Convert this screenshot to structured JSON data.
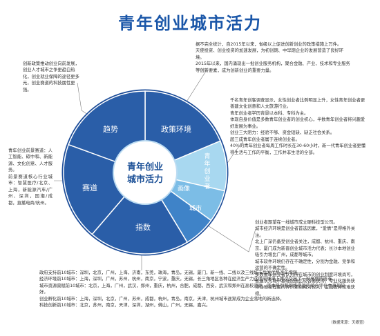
{
  "title": "青年创业城市活力",
  "diagram": {
    "center_line1": "青年创业",
    "center_line2": "城市活力",
    "segments": {
      "policy": "政策环境",
      "youth": "青年创业者",
      "image": "画像",
      "city": "城市",
      "index": "指数",
      "track": "赛道",
      "trend": "趋势"
    },
    "colors": {
      "dark": "#2a5ea8",
      "mid": "#3f83c8",
      "light": "#7cbde6",
      "lighter": "#a8d8f0",
      "ring": "#1f4f9a"
    }
  },
  "blocks": {
    "policy": [
      "据不完全统计，自2015年以来，省级以上促进创新创业的政策措施上万件。",
      "天使投资、创业投资的加速发展，为初创期、中早期企业的发展营造了良好环境。",
      "2015年以来，国内涌现出一批创业服务机构，聚合金融、产业、技术和专业服务等创新要素，成为创新创业的重要力量。"
    ],
    "youth": [
      "千名青年创客调查显示，女性创业者比例明显上升，女性青年创业者更善建文化创意和人文旅游行业。",
      "青年创业者学历背景以本科、专科为主。",
      "体现自身价值是多数青年创业者的创业初心，半数青年创业者将兴趣爱好发展为事业。",
      "创业三大阻力：经验不够、资金短缺、缺乏社会关系。",
      "超三成青年创业者属于连续创业者。",
      "40%的青年创业者每周工作时长在30-60小时，新一代青年创业者更懂得生活与工作的平衡，工作并非生活的全部。"
    ],
    "trend": [
      "创新政策推动创业向前发展，创业人才城市之争更趋白热化，创业就业保障的途径更多元，创业赛道的科技属性更强。"
    ],
    "track": [
      "青年创业前景赛道：人工智能、碳中和、新能源、文化创意、人才服务。",
      "前景赛道核心行业城市：智慧医疗/北京、上海，新能源汽车/广州、深圳，国潮/成都，直播电商/杭州。"
    ],
    "city": [
      "创业者期望在一线城市成立硬科技型公司。",
      "城市经济环境是创业者首选因素，“爱情”是得格外关注。",
      "北上广深仍备受创业者关注，成都、杭州、重庆、南京、厦门成为新晋创业城市活力代表；长沙本地创业吸引力增比广州，成都等城市。",
      "城市软件环境仍存在不确定性，分别为金融、竞争和运营的不确定性。",
      "多数青年创业者认为所在城市的创业制度环境尚可，普遍认为城市基础设施比较容易获得；专业化服务获得性难易程度的评价差别相对较大，金融支持较难获得。"
    ],
    "index": [
      "政府支持前10城市：深圳，北京，广州，上海，济南，东莞，珠海，青岛，无锡，厦门，新一线、二线以及三线城市后发优势逐年增强。",
      "经济环境前10城市：上海，深圳，广州，苏州，杭州，南京，宁波，重庆，无锡，长三角地区各种在经济生产力这项成绩单上再次交出了一份亮丽的答卷。",
      "城市资源禀赋前10城市：北京，上海，广州，武汉，郑州，重庆，杭州，合肥，成都，西安，武汉和郑州在高校资源、资本吸引和网络资源的综合评价中表现较好。",
      "创业孵化前10城市：上海，深圳，北京，广州，苏州，成都，杭州，青岛，南京，天津，杭州城市逐渐成为企业落地的新选择。",
      "科技创新前10城市：北京，苏州，南京，天津，深圳，湖州，佛山，广州，无锡，嘉兴。"
    ]
  },
  "source": "（数据来源：天眼查）"
}
